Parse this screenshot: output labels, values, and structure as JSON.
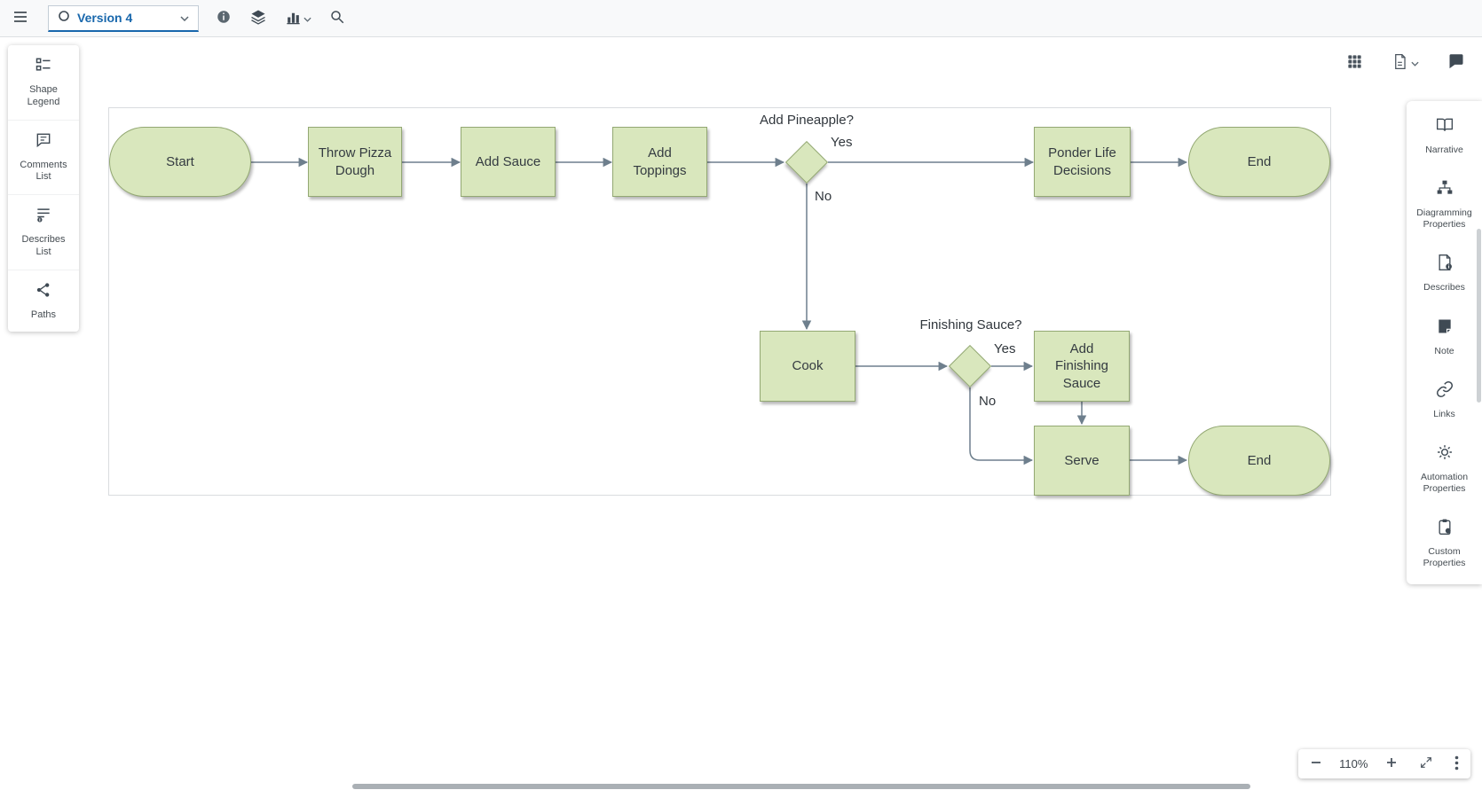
{
  "topbar": {
    "version_selector": {
      "label": "Version 4"
    }
  },
  "left_panel": {
    "items": [
      {
        "id": "shape-legend",
        "label": "Shape Legend"
      },
      {
        "id": "comments-list",
        "label": "Comments List"
      },
      {
        "id": "describes-list",
        "label": "Describes List"
      },
      {
        "id": "paths",
        "label": "Paths"
      }
    ]
  },
  "right_panel": {
    "items": [
      {
        "id": "narrative",
        "label": "Narrative"
      },
      {
        "id": "diagramming-properties",
        "label": "Diagramming Properties"
      },
      {
        "id": "describes",
        "label": "Describes"
      },
      {
        "id": "note",
        "label": "Note"
      },
      {
        "id": "links",
        "label": "Links"
      },
      {
        "id": "automation-properties",
        "label": "Automation Properties"
      },
      {
        "id": "custom-properties",
        "label": "Custom Properties"
      }
    ]
  },
  "diagram": {
    "nodes": [
      {
        "id": "start",
        "type": "terminator",
        "label": "Start"
      },
      {
        "id": "throw-pizza-dough",
        "type": "process",
        "label": "Throw Pizza Dough"
      },
      {
        "id": "add-sauce",
        "type": "process",
        "label": "Add Sauce"
      },
      {
        "id": "add-toppings",
        "type": "process",
        "label": "Add Toppings"
      },
      {
        "id": "add-pineapple-decision",
        "type": "decision",
        "label": "Add Pineapple?"
      },
      {
        "id": "ponder-life-decisions",
        "type": "process",
        "label": "Ponder Life Decisions"
      },
      {
        "id": "end-top",
        "type": "terminator",
        "label": "End"
      },
      {
        "id": "cook",
        "type": "process",
        "label": "Cook"
      },
      {
        "id": "finishing-sauce-decision",
        "type": "decision",
        "label": "Finishing Sauce?"
      },
      {
        "id": "add-finishing-sauce",
        "type": "process",
        "label": "Add Finishing Sauce"
      },
      {
        "id": "serve",
        "type": "process",
        "label": "Serve"
      },
      {
        "id": "end-bottom",
        "type": "terminator",
        "label": "End"
      }
    ],
    "edges": [
      {
        "from": "start",
        "to": "throw-pizza-dough",
        "label": ""
      },
      {
        "from": "throw-pizza-dough",
        "to": "add-sauce",
        "label": ""
      },
      {
        "from": "add-sauce",
        "to": "add-toppings",
        "label": ""
      },
      {
        "from": "add-toppings",
        "to": "add-pineapple-decision",
        "label": ""
      },
      {
        "from": "add-pineapple-decision",
        "to": "ponder-life-decisions",
        "label": "Yes"
      },
      {
        "from": "ponder-life-decisions",
        "to": "end-top",
        "label": ""
      },
      {
        "from": "add-pineapple-decision",
        "to": "cook",
        "label": "No"
      },
      {
        "from": "cook",
        "to": "finishing-sauce-decision",
        "label": ""
      },
      {
        "from": "finishing-sauce-decision",
        "to": "add-finishing-sauce",
        "label": "Yes"
      },
      {
        "from": "add-finishing-sauce",
        "to": "serve",
        "label": ""
      },
      {
        "from": "finishing-sauce-decision",
        "to": "serve",
        "label": "No"
      },
      {
        "from": "serve",
        "to": "end-bottom",
        "label": ""
      }
    ],
    "colors": {
      "node_fill": "#d9e7bd",
      "node_border": "#93a873",
      "arrow": "#6e7f8d",
      "accent_blue": "#1867ac"
    }
  },
  "zoom_controls": {
    "zoom_level": "110%"
  }
}
